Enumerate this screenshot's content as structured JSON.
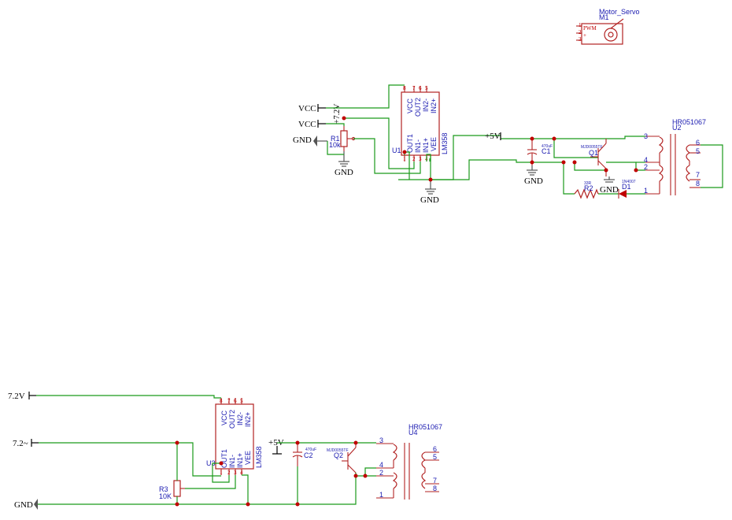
{
  "top": {
    "motor": {
      "label": "Motor_Servo",
      "ref": "M1",
      "pins": [
        "1",
        "2",
        "3"
      ],
      "pwm": "PWM",
      "plus": "+"
    },
    "vcc1": "VCC",
    "vcc2": "VCC",
    "gnd_left": "GND",
    "v72": "+7.2V",
    "r1_ref": "R1",
    "r1_val": "10k",
    "gnd_r1": "GND",
    "u1": {
      "ref": "U1",
      "part": "LM358",
      "vcc": "VCC",
      "out2": "OUT2",
      "in2m": "IN2-",
      "in2p": "IN2+",
      "out1": "OUT1",
      "in1m": "IN1-",
      "in1p": "IN1+",
      "vee": "VEE",
      "pins_top": [
        "8",
        "7",
        "6",
        "5"
      ],
      "pins_bot": [
        "1",
        "2",
        "3",
        "4"
      ]
    },
    "gnd_u1": "GND",
    "v5": "+5V",
    "c1_val": "470uF",
    "c1_ref": "C1",
    "gnd_c1": "GND",
    "q1_part": "MJD0055TF",
    "q1_ref": "Q1",
    "gnd_q1": "GND",
    "r2_val": "33R",
    "r2_ref": "R2",
    "d1_part": "1N4007",
    "d1_ref": "D1",
    "tr_part": "HR051067",
    "tr_ref": "U2",
    "tr_pins_left": [
      "3",
      "4",
      "2",
      "1"
    ],
    "tr_pins_right": [
      "6",
      "5",
      "7",
      "8"
    ]
  },
  "bottom": {
    "v72a": "7.2V",
    "v72b": "7.2~",
    "gnd": "GND",
    "r3_ref": "R3",
    "r3_val": "10K",
    "u3": {
      "ref": "U3",
      "part": "LM358",
      "vcc": "VCC",
      "out2": "OUT2",
      "in2m": "IN2-",
      "in2p": "IN2+",
      "out1": "OUT1",
      "in1m": "IN1-",
      "in1p": "IN1+",
      "vee": "VEE",
      "pins_top": [
        "8",
        "7",
        "6",
        "5"
      ],
      "pins_bot": [
        "1",
        "2",
        "3",
        "4"
      ]
    },
    "v5": "+5V",
    "c2_val": "470uF",
    "c2_ref": "C2",
    "q2_part": "MJD0055TF",
    "q2_ref": "Q2",
    "tr_part": "HR051067",
    "tr_ref": "U4",
    "tr_pins_left": [
      "3",
      "4",
      "2",
      "1"
    ],
    "tr_pins_right": [
      "6",
      "5",
      "7",
      "8"
    ]
  }
}
